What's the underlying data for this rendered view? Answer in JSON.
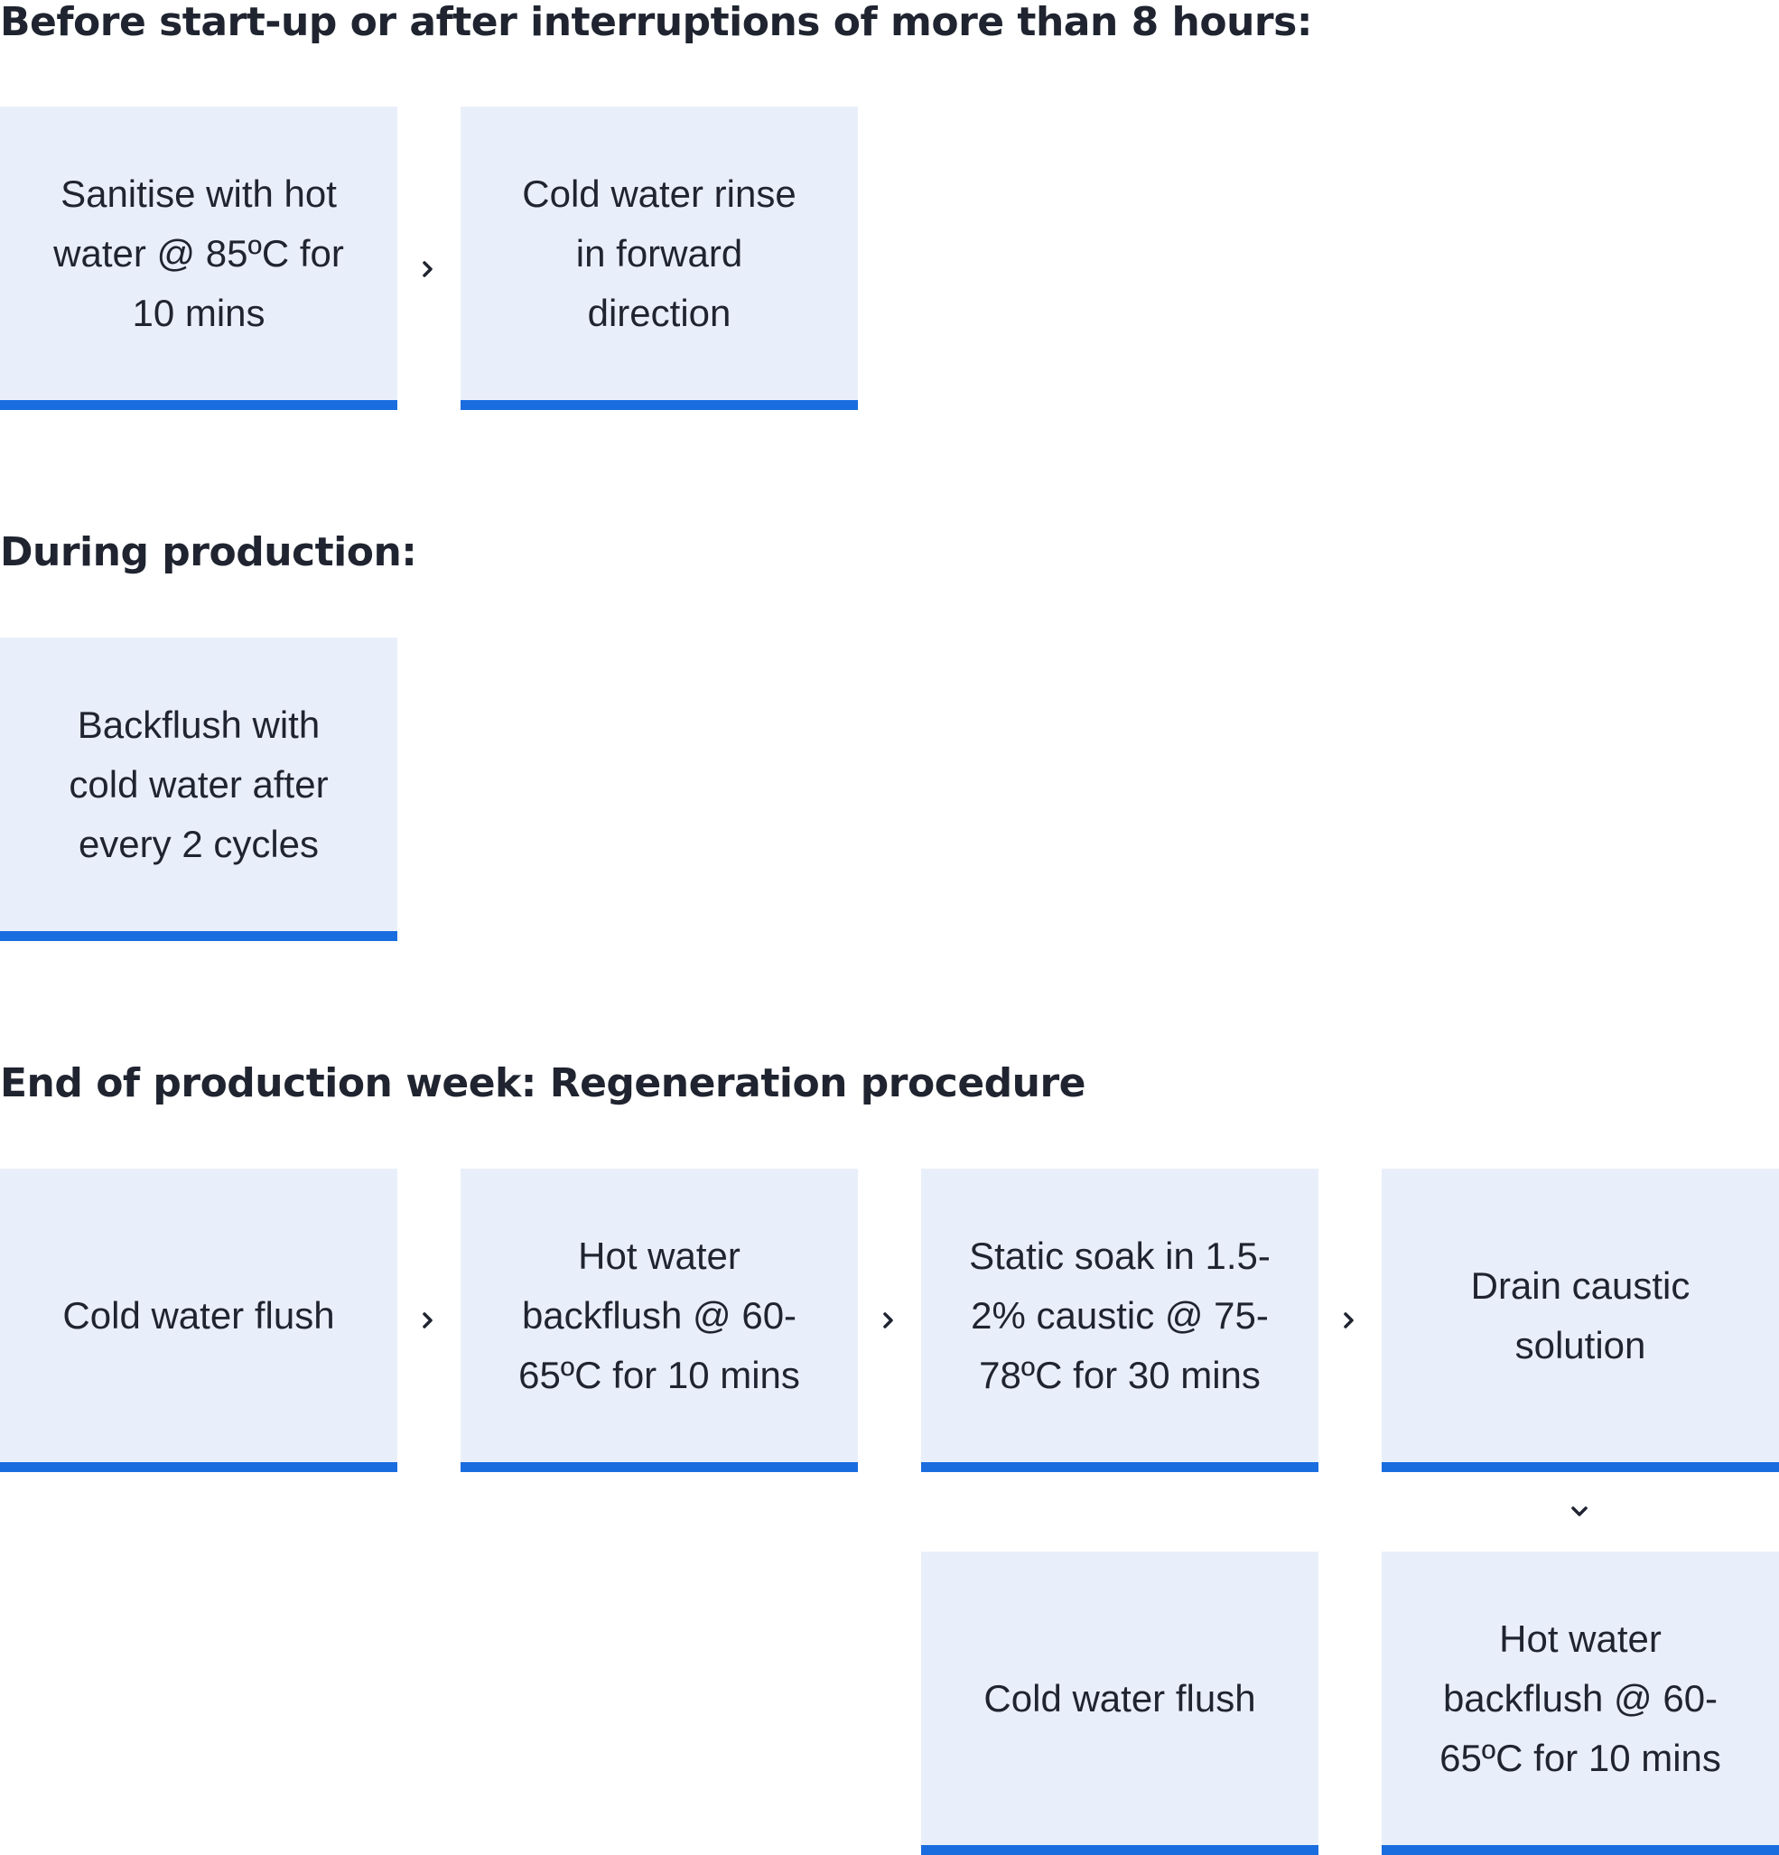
{
  "sections": [
    {
      "heading": "Before start-up or after interruptions of more than 8 hours:",
      "steps": [
        "Sanitise with hot water @ 85ºC for 10 mins",
        "Cold water rinse in forward direction"
      ]
    },
    {
      "heading": "During production:",
      "steps": [
        "Backflush with cold water after every 2 cycles"
      ]
    },
    {
      "heading": "End of production week: Regeneration procedure",
      "steps": [
        "Cold water flush",
        "Hot water backflush @ 60-65ºC for 10 mins",
        "Static soak in 1.5-2% caustic @ 75-78ºC for 30 mins",
        "Drain caustic solution",
        "Hot water backflush @ 60-65ºC for 10 mins",
        "Cold water flush"
      ]
    }
  ],
  "colors": {
    "card_background": "#e9effa",
    "accent_bar": "#1a6ddf",
    "text": "#1f2430"
  },
  "icons": [
    "chevron-right-icon",
    "chevron-down-icon"
  ]
}
